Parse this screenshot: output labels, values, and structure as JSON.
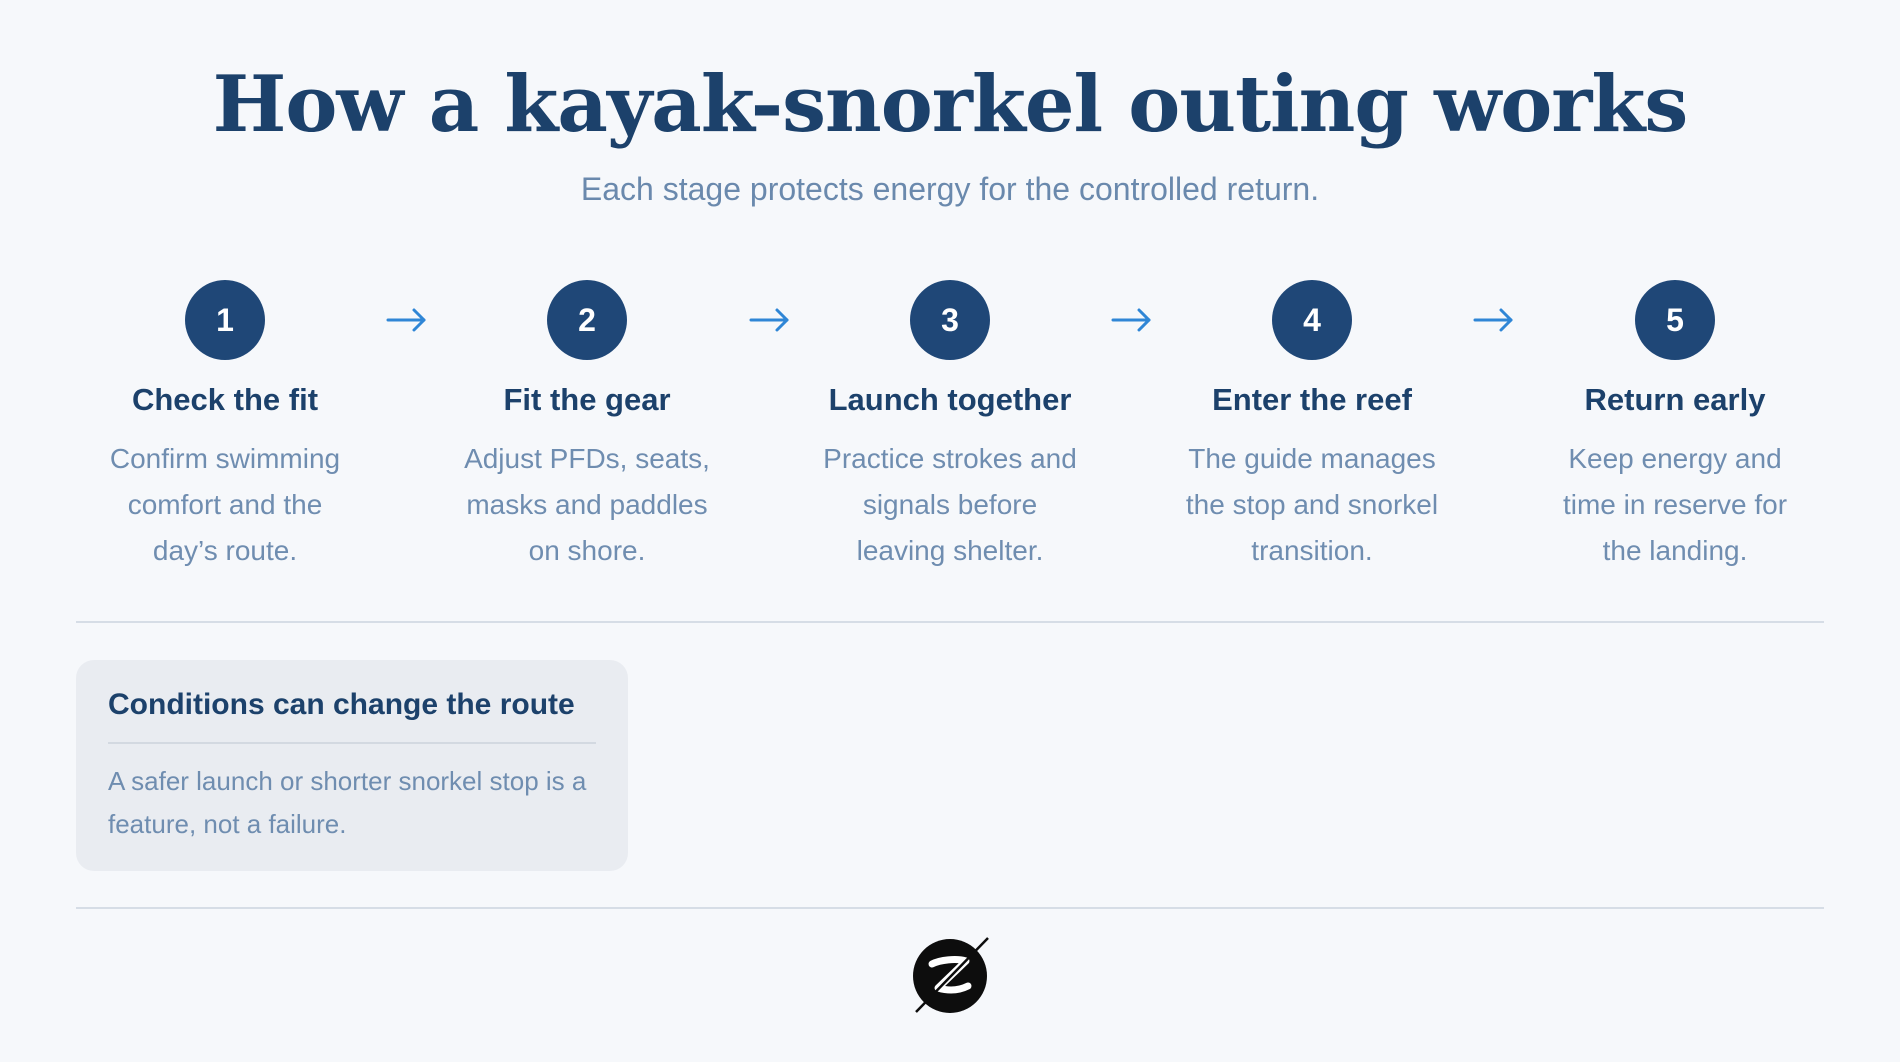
{
  "header": {
    "title": "How a kayak-snorkel outing works",
    "subtitle": "Each stage protects energy for the controlled return."
  },
  "steps": [
    {
      "number": "1",
      "title": "Check the fit",
      "description": "Confirm swimming comfort and the day’s route."
    },
    {
      "number": "2",
      "title": "Fit the gear",
      "description": "Adjust PFDs, seats, masks and paddles on shore."
    },
    {
      "number": "3",
      "title": "Launch together",
      "description": "Practice strokes and signals before leaving shelter."
    },
    {
      "number": "4",
      "title": "Enter the reef",
      "description": "The guide manages the stop and snorkel transition."
    },
    {
      "number": "5",
      "title": "Return early",
      "description": "Keep energy and time in reserve for the landing."
    }
  ],
  "callout": {
    "title": "Conditions can change the route",
    "text": "A safer launch or shorter snorkel stop is a feature, not a failure."
  },
  "icons": {
    "arrow": "arrow-right-icon",
    "logo": "brand-logo"
  },
  "colors": {
    "primary": "#1f4777",
    "accent_arrow": "#2f86d6",
    "muted_text": "#6f8db0",
    "background": "#f6f8fb"
  }
}
